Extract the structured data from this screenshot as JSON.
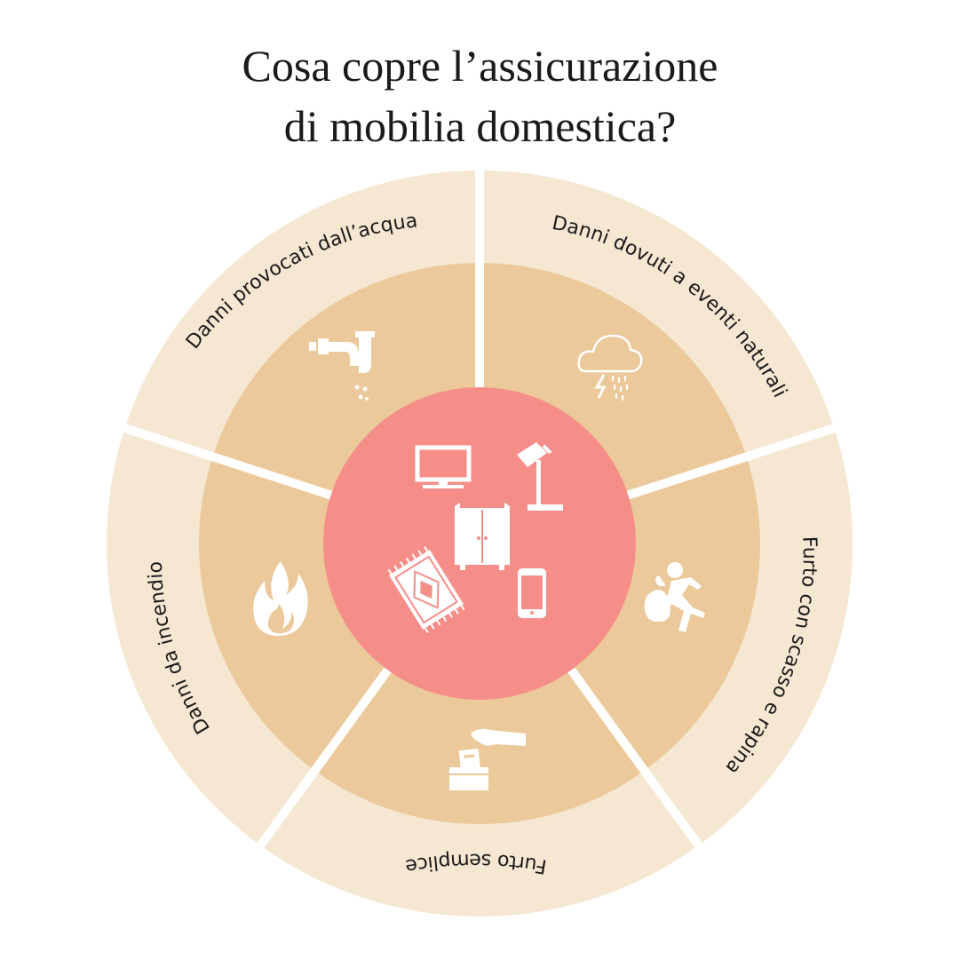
{
  "title": {
    "line1": "Cosa copre l’assicurazione",
    "line2": "di mobilia domestica?"
  },
  "colors": {
    "outer_ring": "#f6e7d2",
    "inner_ring": "#ebc99a",
    "center": "#f58e89",
    "divider": "#ffffff",
    "icon": "#ffffff",
    "text": "#1a1a1a"
  },
  "segments": [
    {
      "label": "Danni provocati dall’acqua",
      "icon": "leaking-pipe-icon"
    },
    {
      "label": "Danni dovuti a eventi naturali",
      "icon": "storm-cloud-icon"
    },
    {
      "label": "Furto con scasso e rapina",
      "icon": "running-thief-icon"
    },
    {
      "label": "Furto semplice",
      "icon": "hand-taking-from-box-icon"
    },
    {
      "label": "Danni da incendio",
      "icon": "fire-icon"
    }
  ],
  "center_icons": [
    "tv-icon",
    "desk-lamp-icon",
    "wardrobe-icon",
    "rug-icon",
    "smartphone-icon"
  ]
}
